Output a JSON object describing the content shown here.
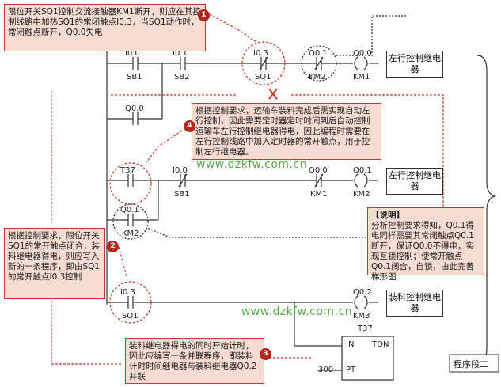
{
  "callouts": {
    "c1": {
      "badge": "1",
      "text": "限位开关SQ1控制交流接触器KM1断开，则应在其控制线路中加热SQ1的常闭触点I0.3，当SQ1动作时，常闭触点断开，Q0.0失电"
    },
    "c2": {
      "badge": "2",
      "text": "根据控制要求，限位开关SQ1的常开触点闭合，装料继电器得电，则应写入新的一条程序，即由SQ1的常开触点I0.3控制"
    },
    "c3": {
      "badge": "3",
      "text": "装料继电器得电的同时开始计时，因此应编写一条并联程序，即装料计时时间继电器与装料继电器Q0.2并联"
    },
    "c4": {
      "badge": "4",
      "text": "根据控制要求，运输车装料完成后需实现自动左行控制，因此需要定时器定时时间到后自动控制运输车左行控制继电器得电，因此编程时需要在左行控制线路中加入定时器的常开触点，用于控制左行继电器。"
    },
    "note": {
      "title": "【说明】",
      "text": "分析控制要求得知，Q0.1得电同样需要其常闭触点Q0.1断开，保证Q0.0不得电，实现互锁控制；使常开触点Q0.1闭合，自锁，由此完善梯形图"
    }
  },
  "rungs": {
    "r1": {
      "contacts": [
        {
          "addr": "I0.0",
          "dev": "SB1"
        },
        {
          "addr": "I0.1",
          "dev": "SB2"
        },
        {
          "addr": "I0.3",
          "dev": "SQ1"
        },
        {
          "addr": "Q0.1",
          "dev": "KM2"
        }
      ],
      "latch": {
        "addr": "Q0.0"
      },
      "coil": {
        "addr": "Q0.0",
        "dev": "KM1"
      },
      "coil_label": "左行控制继电器"
    },
    "r2": {
      "contacts": [
        {
          "addr": "T37",
          "dev": ""
        },
        {
          "addr": "I0.0",
          "dev": "SB1"
        },
        {
          "addr": "Q0.0",
          "dev": "KM1"
        }
      ],
      "latch": {
        "addr": "Q0.1",
        "dev": "KM2"
      },
      "coil": {
        "addr": "Q0.1",
        "dev": "KM2"
      },
      "coil_label": "左行控制继电器"
    },
    "r3": {
      "contacts": [
        {
          "addr": "I0.3",
          "dev": "SQ1"
        }
      ],
      "coil": {
        "addr": "Q0.2",
        "dev": "KM3"
      },
      "coil_label": "装料控制继电器",
      "timer": {
        "name": "T37",
        "in": "IN",
        "out": "TON",
        "pt": "PT",
        "preset": "300"
      }
    }
  },
  "watermark": "www.dzkfw.com.cn",
  "segment_label": "程序段二",
  "colors": {
    "callout_fill": "#f7dcd4",
    "callout_border": "#c0392b",
    "badge": "#b5261e",
    "dashed_red": "#c0392b",
    "watermark": "#5aa84a"
  }
}
